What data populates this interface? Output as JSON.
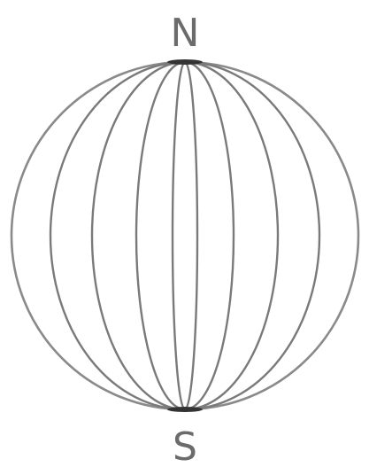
{
  "labels": {
    "north": "N",
    "south": "S"
  },
  "meridian_count": 8,
  "colors": {
    "outline": "#8a8a8a",
    "meridians": "#7a7a7a",
    "labels": "#6b6b6b",
    "background": "#ffffff"
  }
}
